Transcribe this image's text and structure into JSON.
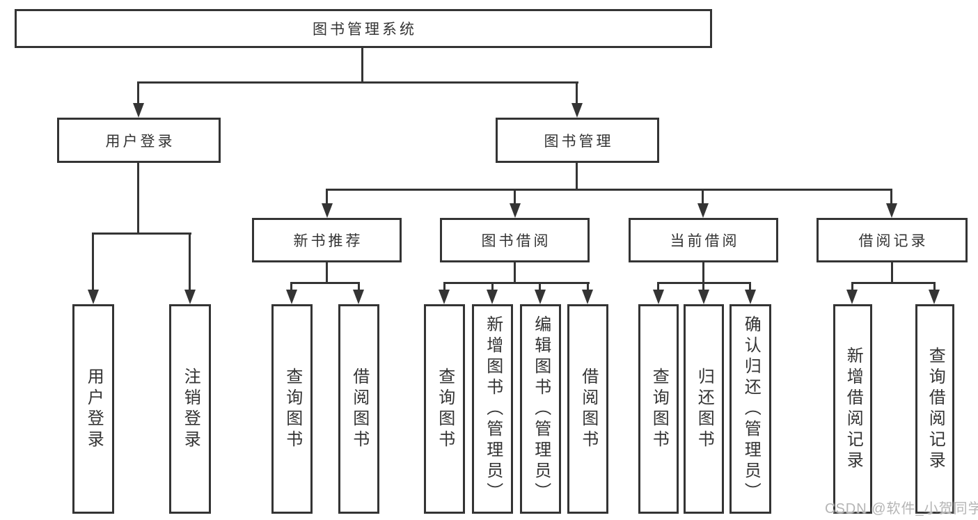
{
  "tree": {
    "root": "图书管理系统",
    "branches": [
      {
        "label": "用户登录",
        "leaves": [
          "用户登录",
          "注销登录"
        ]
      },
      {
        "label": "图书管理",
        "groups": [
          {
            "label": "新书推荐",
            "leaves": [
              "查询图书",
              "借阅图书"
            ]
          },
          {
            "label": "图书借阅",
            "leaves": [
              "查询图书",
              "新增图书（管理员）",
              "编辑图书（管理员）",
              "借阅图书"
            ]
          },
          {
            "label": "当前借阅",
            "leaves": [
              "查询图书",
              "归还图书",
              "确认归还（管理员）"
            ]
          },
          {
            "label": "借阅记录",
            "leaves": [
              "新增借阅记录",
              "查询借阅记录"
            ]
          }
        ]
      }
    ]
  },
  "watermark": "CSDN @软件_小贺同学",
  "colors": {
    "line": "#343434",
    "text": "#333333",
    "watermark": "#b5b5b5",
    "background": "#ffffff"
  }
}
